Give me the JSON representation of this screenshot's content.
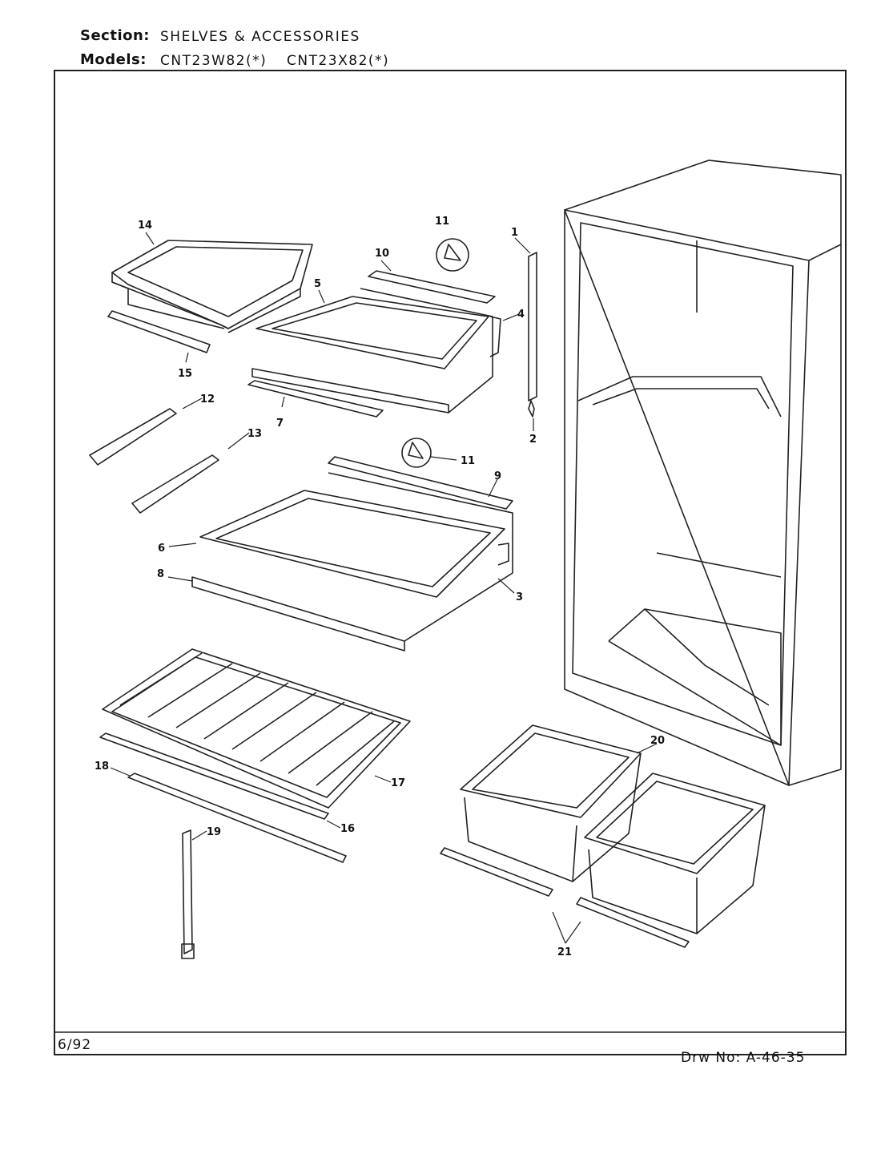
{
  "header": {
    "section_label": "Section:",
    "section_value": "SHELVES & ACCESSORIES",
    "models_label": "Models:",
    "model_1": "CNT23W82(*)",
    "model_2": "CNT23X82(*)"
  },
  "footer": {
    "date": "6/92",
    "drawing_number": "Drw No:  A-46-35"
  },
  "callouts": {
    "c1": "1",
    "c2": "2",
    "c3": "3",
    "c4": "4",
    "c5": "5",
    "c6": "6",
    "c7": "7",
    "c8": "8",
    "c9": "9",
    "c10": "10",
    "c11a": "11",
    "c11b": "11",
    "c12": "12",
    "c13": "13",
    "c14": "14",
    "c15": "15",
    "c16": "16",
    "c17": "17",
    "c18": "18",
    "c19": "19",
    "c20": "20",
    "c21": "21"
  }
}
